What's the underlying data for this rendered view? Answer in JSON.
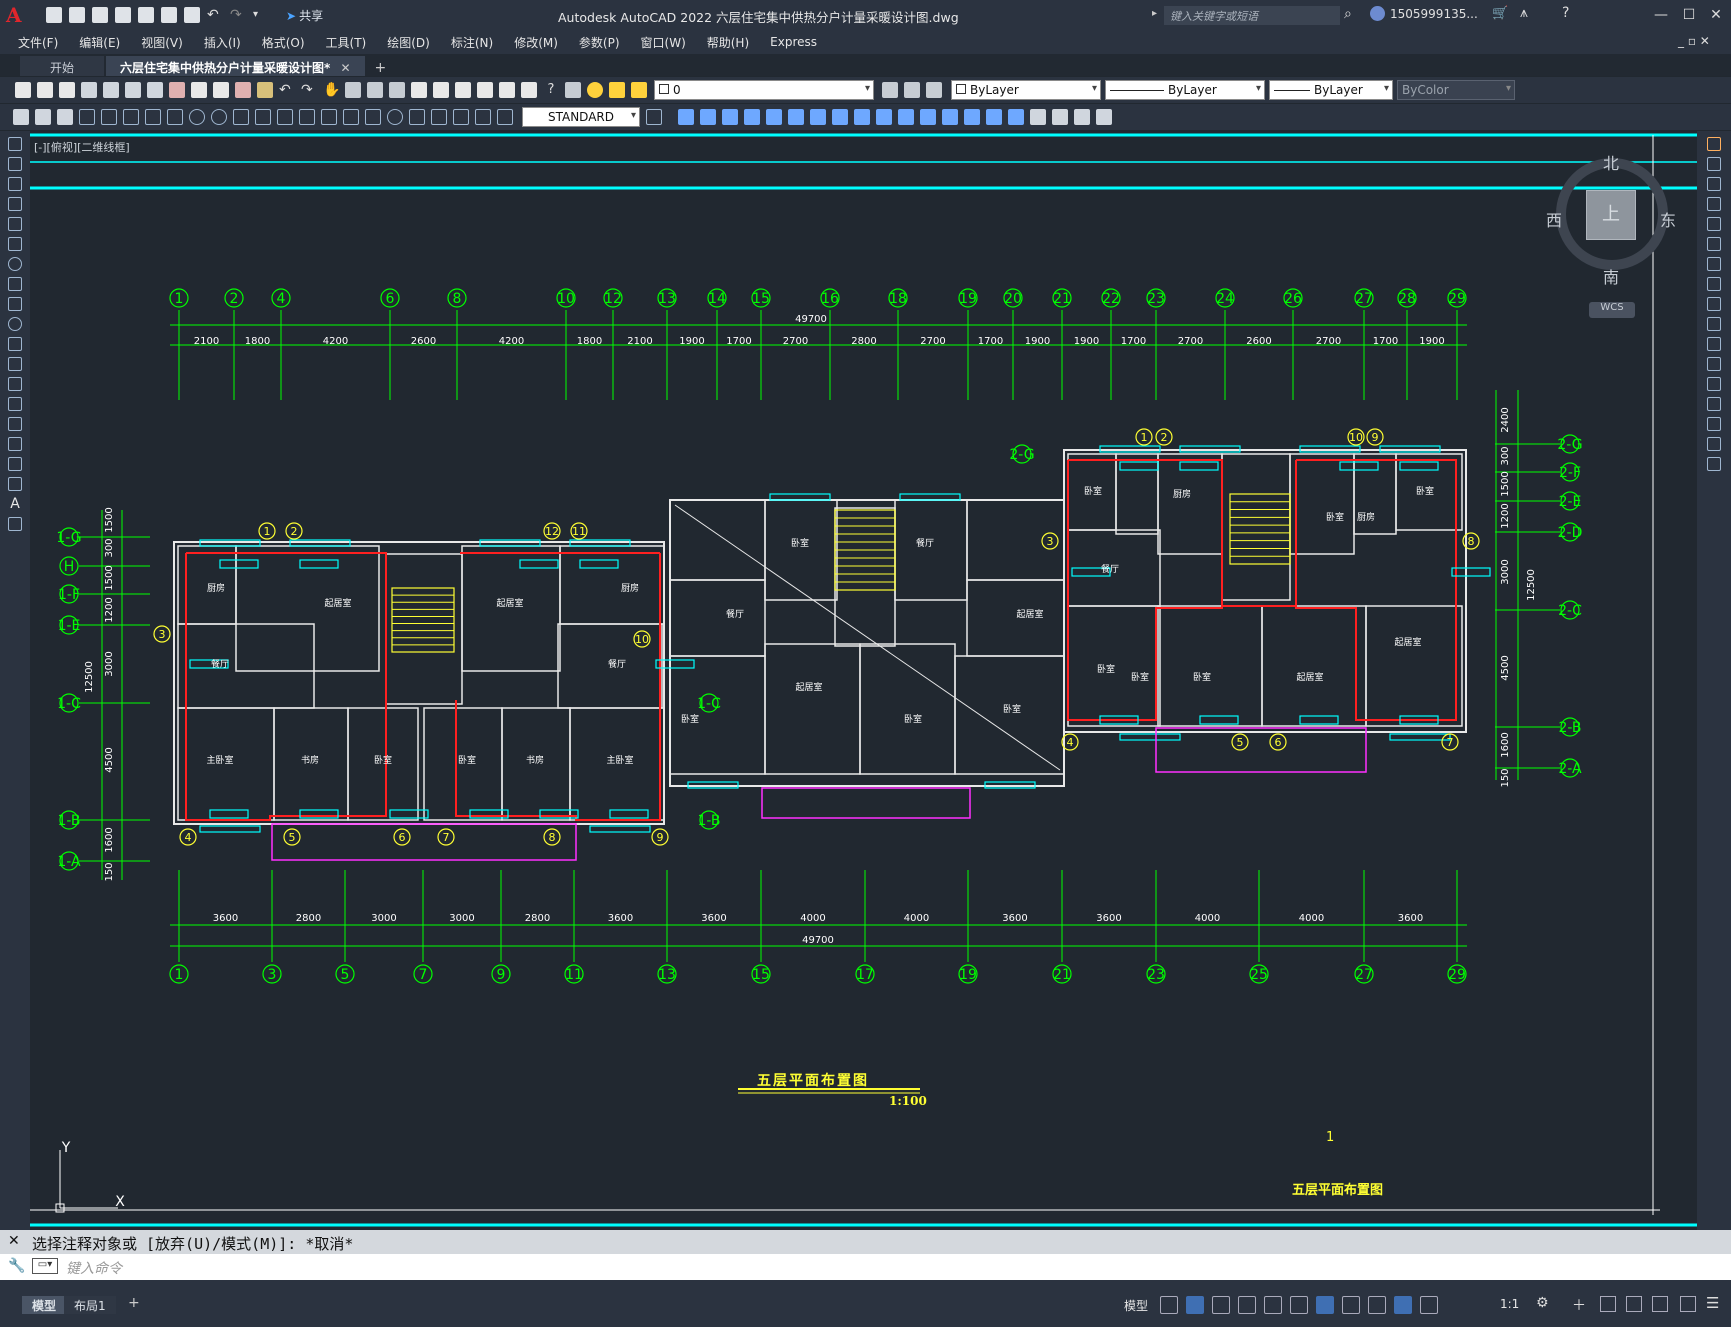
{
  "titlebar": {
    "share_label": "共享",
    "title": "Autodesk AutoCAD 2022    六层住宅集中供热分户计量采暖设计图.dwg",
    "search_placeholder": "键入关键字或短语",
    "user": "1505999135..."
  },
  "menu": [
    "文件(F)",
    "编辑(E)",
    "视图(V)",
    "插入(I)",
    "格式(O)",
    "工具(T)",
    "绘图(D)",
    "标注(N)",
    "修改(M)",
    "参数(P)",
    "窗口(W)",
    "帮助(H)",
    "Express"
  ],
  "tabs": {
    "start": "开始",
    "file": "六层住宅集中供热分户计量采暖设计图*"
  },
  "toolbar": {
    "layer_value": "0",
    "color_value": "ByLayer",
    "linetype_value": "ByLayer",
    "lineweight_value": "ByLayer",
    "plotstyle_value": "ByColor",
    "textstyle_value": "STANDARD"
  },
  "viewport": {
    "view_label": "[-][俯视][二维线框]",
    "compass": {
      "north": "北",
      "south": "南",
      "east": "东",
      "west": "西",
      "center": "上"
    },
    "wcs": "WCS"
  },
  "drawing": {
    "overall_dim": "49700",
    "top_axis_labels": [
      "1",
      "2",
      "4",
      "6",
      "8",
      "10",
      "12",
      "13",
      "14",
      "15",
      "16",
      "18",
      "19",
      "20",
      "21",
      "22",
      "23",
      "24",
      "26",
      "27",
      "28",
      "29"
    ],
    "top_dims": [
      "2100",
      "1800",
      "4200",
      "2600",
      "4200",
      "1800",
      "2100",
      "1900",
      "1700",
      "2700",
      "2800",
      "2700",
      "1700",
      "1900",
      "1900",
      "1700",
      "2700",
      "2600",
      "2700",
      "1700",
      "1900"
    ],
    "bottom_axis_labels": [
      "1",
      "3",
      "5",
      "7",
      "9",
      "11",
      "13",
      "15",
      "17",
      "19",
      "21",
      "23",
      "25",
      "27",
      "29"
    ],
    "bottom_dims": [
      "3600",
      "2800",
      "3000",
      "3000",
      "2800",
      "3600",
      "3600",
      "4000",
      "4000",
      "3600",
      "3600",
      "4000",
      "4000",
      "3600"
    ],
    "left_axis_labels": [
      "1-G",
      "H",
      "1-F",
      "1-E",
      "1-C",
      "1-B",
      "1-A"
    ],
    "left_dims": [
      "1500",
      "300",
      "1500",
      "1200",
      "3000",
      "4500",
      "1600",
      "150"
    ],
    "left_total": "12500",
    "right_axis_labels": [
      "2-G",
      "2-F",
      "2-E",
      "2-D",
      "2-C",
      "2-B",
      "2-A"
    ],
    "right_dims": [
      "2400",
      "300",
      "1500",
      "1200",
      "3000",
      "4500",
      "1600",
      "150"
    ],
    "right_total": "12500",
    "room_labels": [
      "厨房",
      "起居室",
      "餐厅",
      "主卧室",
      "书房",
      "卧室",
      "卧室",
      "书房",
      "主卧室",
      "餐厅",
      "起居室",
      "厨房",
      "卧室",
      "卧室",
      "餐厅",
      "餐厅",
      "起居室",
      "起居室",
      "卧室",
      "卧室",
      "卧室",
      "卧室",
      "起居室",
      "起居室",
      "卧室",
      "厨房",
      "卧室",
      "卧室",
      "厨房",
      "餐厅",
      "卧室"
    ],
    "title": "五层平面布置图",
    "scale": "1:100",
    "side_title": "五层平面布置图",
    "sheet_no": "1",
    "ucs_y": "Y",
    "ucs_x": "X"
  },
  "command": {
    "history": "选择注释对象或 [放弃(U)/模式(M)]: *取消*",
    "input_placeholder": "键入命令"
  },
  "status": {
    "tab_model": "模型",
    "tab_layout": "布局1",
    "model_label": "模型",
    "scale": "1:1"
  },
  "colors": {
    "green": "#00ff00",
    "cyan": "#00ffff",
    "red": "#ff2020",
    "yellow": "#ffff33",
    "magenta": "#ff30ff",
    "wall": "#e8e8e8",
    "blue": "#4060ff",
    "accent": "#3f6fb3"
  }
}
